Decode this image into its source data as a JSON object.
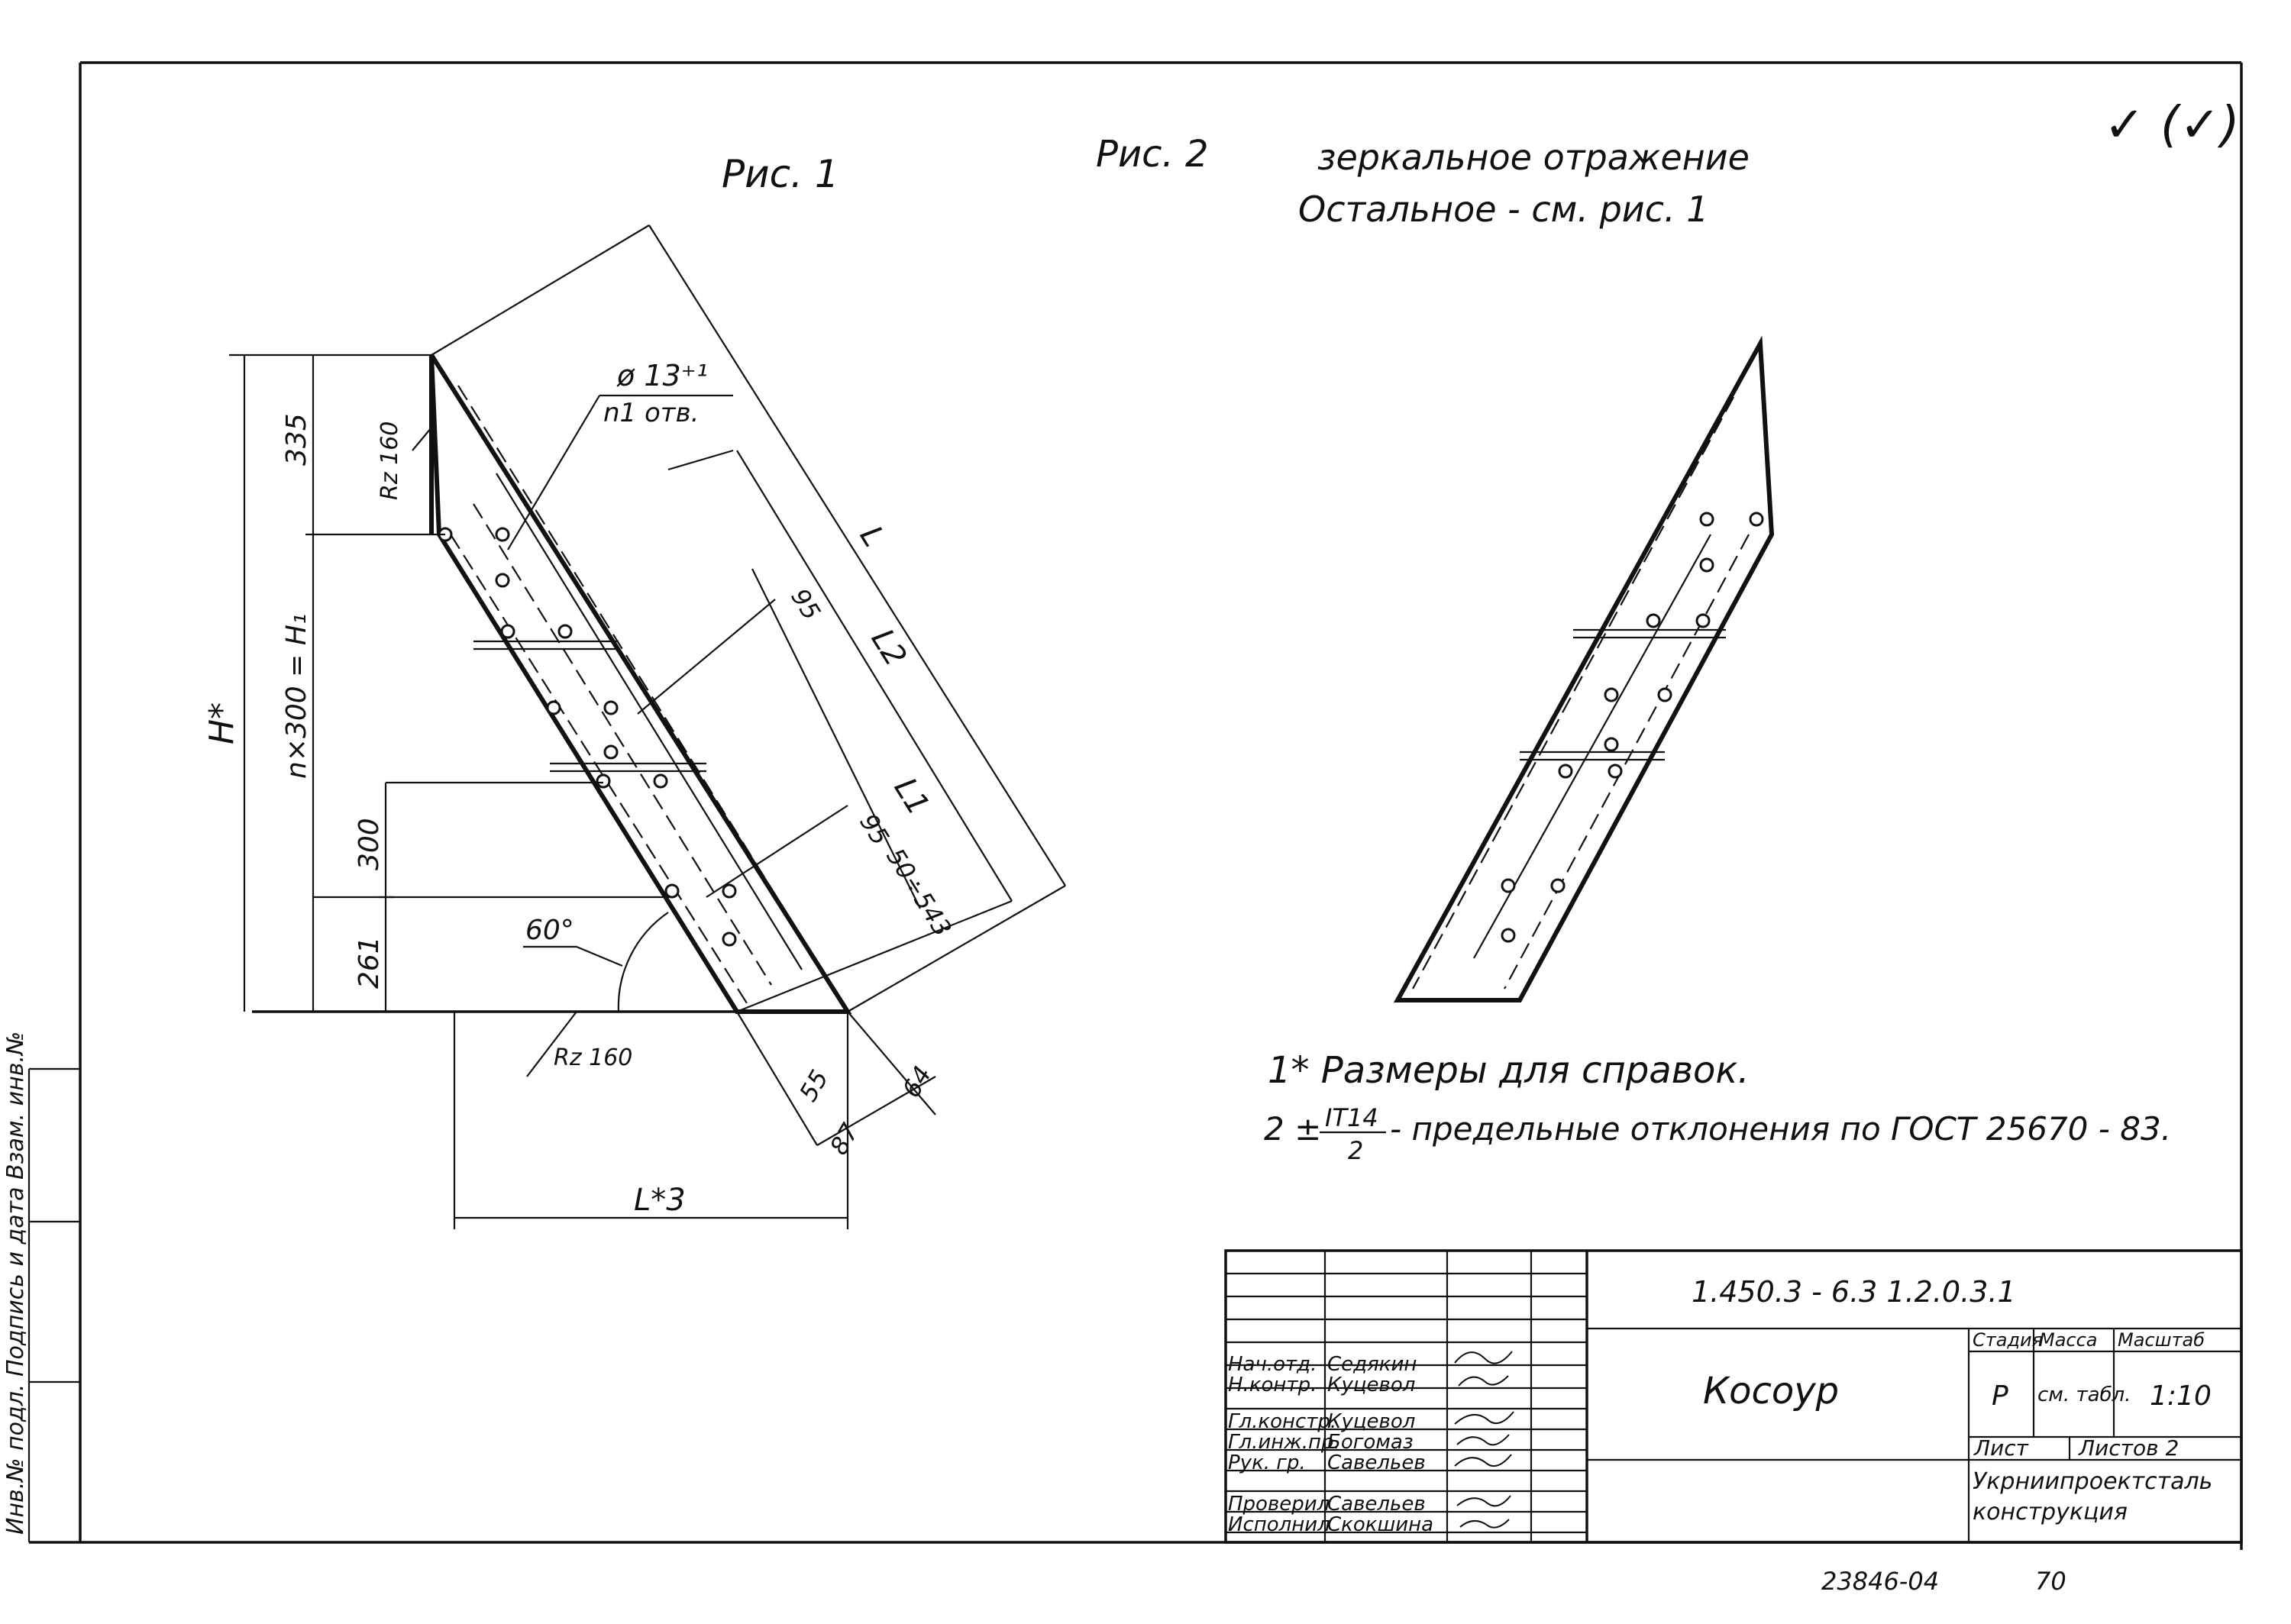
{
  "fig1": {
    "title": "Рис. 1",
    "hole_spec_1": "ø 13⁺¹",
    "hole_spec_2": "n1 отв.",
    "rz_top": "Rz 160",
    "rz_bottom": "Rz 160",
    "angle": "60°",
    "dim_H": "H*",
    "dim_335": "335",
    "dim_n300": "n×300 = H₁",
    "dim_300": "300",
    "dim_261": "261",
    "dim_L": "L",
    "dim_L2": "L2",
    "dim_L1": "L1",
    "dim_95a": "95",
    "dim_95b": "95",
    "dim_range": "50÷543",
    "dim_55": "55",
    "dim_87": "87",
    "dim_64": "64",
    "dim_L3": "L*3"
  },
  "fig2": {
    "title": "Рис. 2",
    "note_1": "зеркальное отражение",
    "note_2": "Остальное - см. рис. 1"
  },
  "notes": {
    "note_1": "1* Размеры для справок.",
    "note_2_prefix": "2 ±",
    "note_2_frac_num": "IT14",
    "note_2_frac_den": "2",
    "note_2_text": "- предельные отклонения по ГОСТ 25670 - 83."
  },
  "check_mark": "✓ (✓)",
  "side_stamp": "Инв.№ подл.   Подпись и дата   Взам. инв.№",
  "title_block": {
    "doc_code": "1.450.3 - 6.3   1.2.0.3.1",
    "name": "Косоур",
    "col_stage": "Стадия",
    "col_mass": "Масса",
    "col_scale": "Масштаб",
    "stage": "Р",
    "mass": "см. табл.",
    "scale": "1:10",
    "sheet": "Лист",
    "sheets": "Листов 2",
    "org_1": "Укрниипроектсталь",
    "org_2": "конструкция",
    "rows": [
      {
        "role": "Нач.отд.",
        "name": "Седякин"
      },
      {
        "role": "Н.контр.",
        "name": "Куцевол"
      },
      {
        "role": "Гл.констр.",
        "name": "Куцевол"
      },
      {
        "role": "Гл.инж.пр.",
        "name": "Богомаз"
      },
      {
        "role": "Рук. гр.",
        "name": "Савельев"
      },
      {
        "role": "Проверил",
        "name": "Савельев"
      },
      {
        "role": "Исполнил",
        "name": "Скокшина"
      }
    ]
  },
  "footer": {
    "inventory": "23846-04",
    "page": "70"
  }
}
